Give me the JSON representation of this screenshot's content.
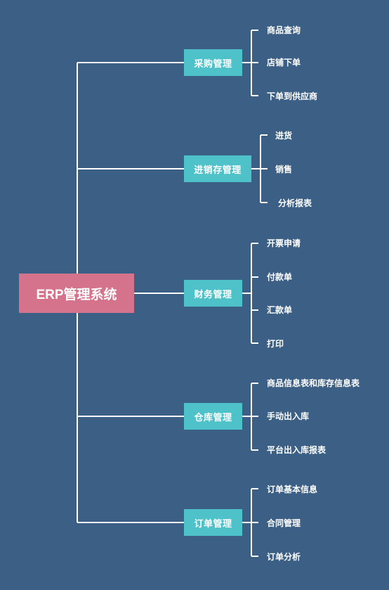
{
  "root": {
    "label": "ERP管理系统"
  },
  "categories": [
    {
      "label": "采购管理",
      "items": [
        "商品查询",
        "店铺下单",
        "下单到供应商"
      ]
    },
    {
      "label": "进销存管理",
      "items": [
        "进货",
        "销售",
        "分析报表"
      ]
    },
    {
      "label": "财务管理",
      "items": [
        "开票申请",
        "付款单",
        "汇款单",
        "打印"
      ]
    },
    {
      "label": "仓库管理",
      "items": [
        "商品信息表和库存信息表",
        "手动出入库",
        "平台出入库报表"
      ]
    },
    {
      "label": "订单管理",
      "items": [
        "订单基本信息",
        "合同管理",
        "订单分析"
      ]
    }
  ],
  "colors": {
    "background": "#3c5f85",
    "root": "#d6738c",
    "category": "#4fc1c9",
    "line": "#ffffff"
  }
}
